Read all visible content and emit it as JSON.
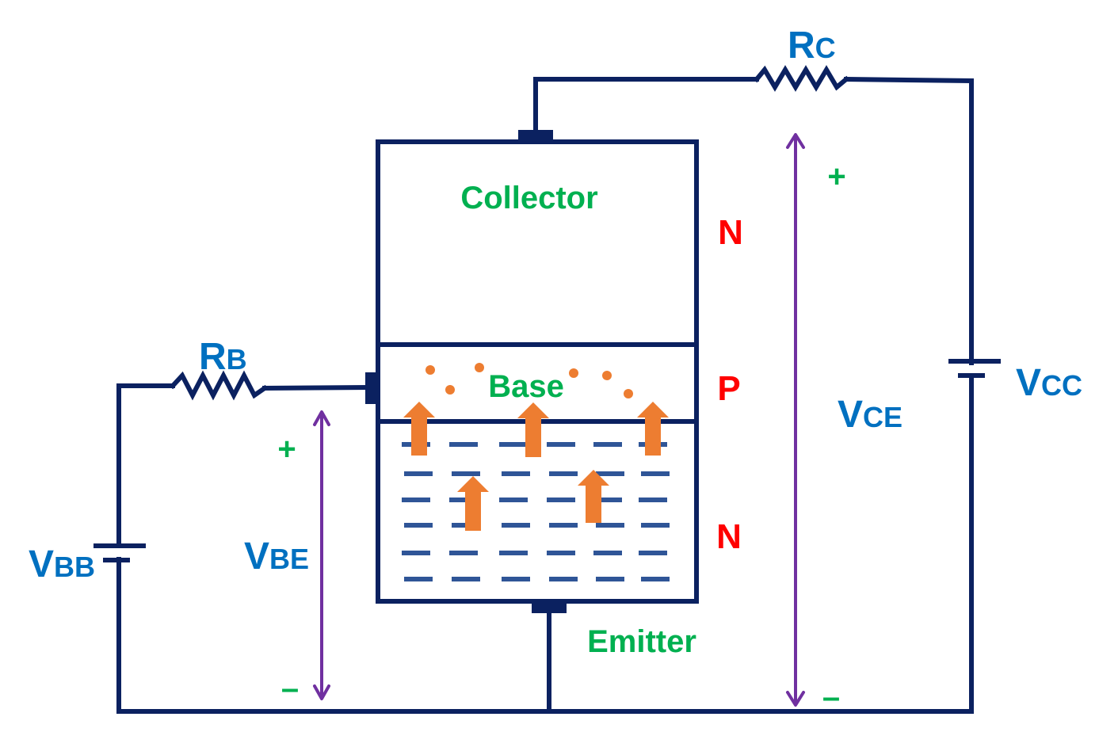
{
  "title": "NPN transistor biasing circuit (common emitter)",
  "colors": {
    "wire": "#0b2160",
    "symbol_label": "#0070c0",
    "region_label": "#00b050",
    "doping_label": "#ff0000",
    "voltage_arrow": "#7030a0",
    "carrier_arrow": "#ed7d31",
    "electron": "#2f5597"
  },
  "regions": {
    "collector": "Collector",
    "base": "Base",
    "emitter": "Emitter"
  },
  "doping": {
    "collector": "N",
    "base": "P",
    "emitter": "N"
  },
  "components": {
    "rc": {
      "main": "R",
      "sub": "C"
    },
    "rb": {
      "main": "R",
      "sub": "B"
    },
    "vcc": {
      "main": "V",
      "sub": "CC"
    },
    "vbb": {
      "main": "V",
      "sub": "BB"
    }
  },
  "voltages": {
    "vce": {
      "main": "V",
      "sub": "CE",
      "plus": "+",
      "minus": "–"
    },
    "vbe": {
      "main": "V",
      "sub": "BE",
      "plus": "+",
      "minus": "–"
    }
  },
  "carriers": {
    "holes_in_base": 6,
    "electron_rows": 6,
    "electron_cols": 6,
    "injection_arrows": 5
  }
}
